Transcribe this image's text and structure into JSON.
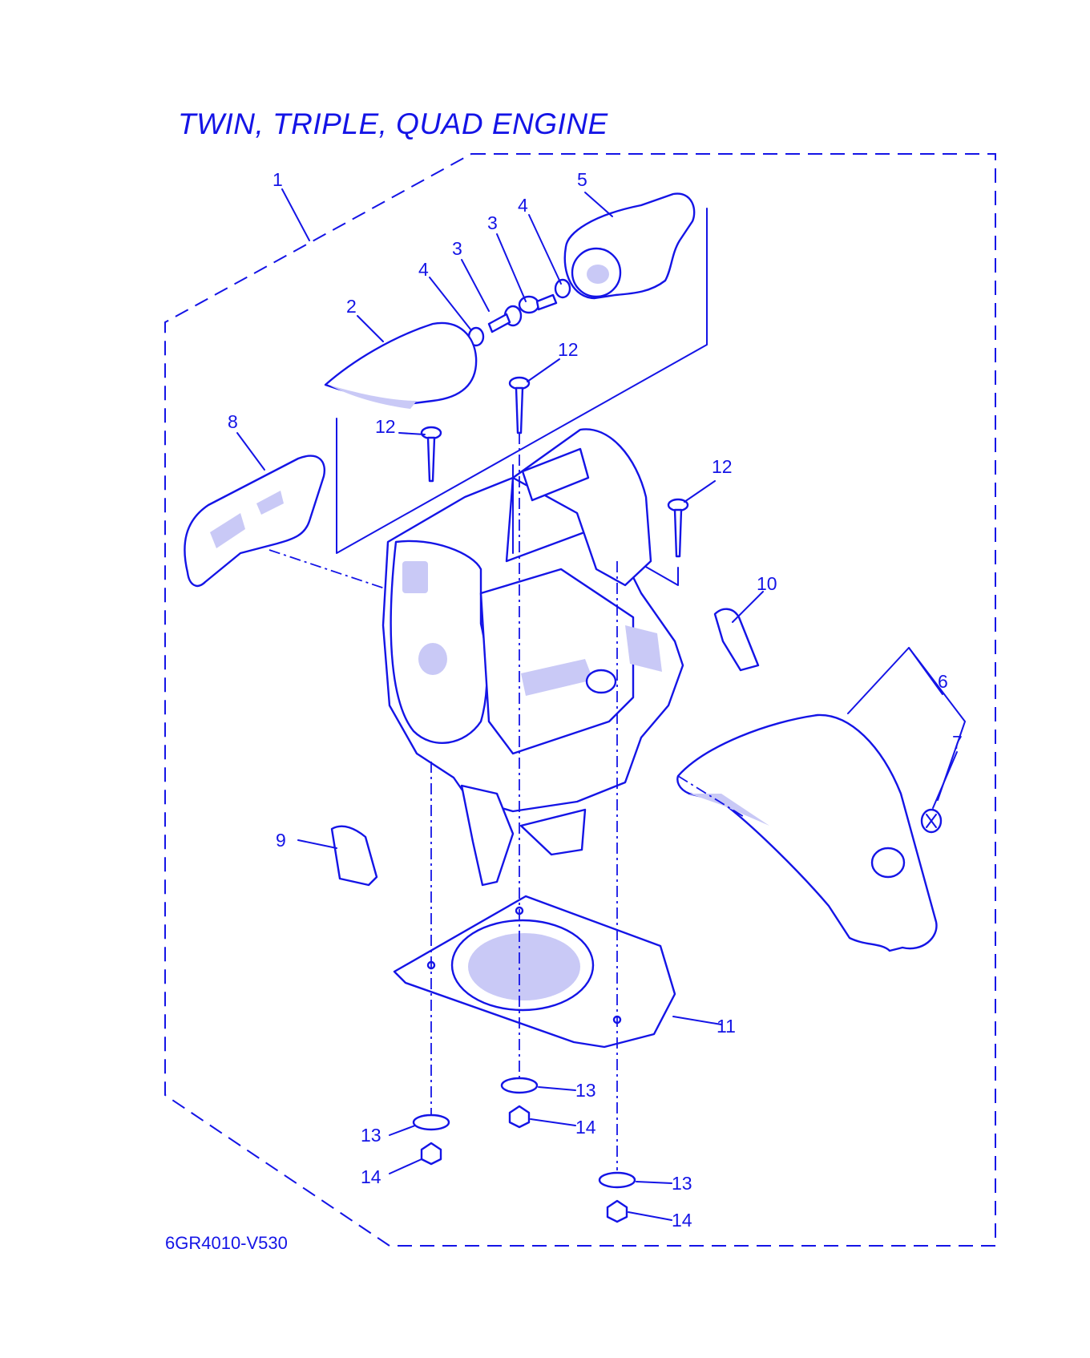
{
  "diagram": {
    "title": "TWIN, TRIPLE, QUAD ENGINE",
    "code": "6GR4010-V530",
    "line_color": "#1414e6",
    "callouts": [
      {
        "id": "c1",
        "label": "1"
      },
      {
        "id": "c2",
        "label": "2"
      },
      {
        "id": "c3a",
        "label": "3"
      },
      {
        "id": "c3b",
        "label": "3"
      },
      {
        "id": "c4a",
        "label": "4"
      },
      {
        "id": "c4b",
        "label": "4"
      },
      {
        "id": "c5",
        "label": "5"
      },
      {
        "id": "c6",
        "label": "6"
      },
      {
        "id": "c7",
        "label": "7"
      },
      {
        "id": "c8",
        "label": "8"
      },
      {
        "id": "c9",
        "label": "9"
      },
      {
        "id": "c10",
        "label": "10"
      },
      {
        "id": "c11",
        "label": "11"
      },
      {
        "id": "c12a",
        "label": "12"
      },
      {
        "id": "c12b",
        "label": "12"
      },
      {
        "id": "c12c",
        "label": "12"
      },
      {
        "id": "c13a",
        "label": "13"
      },
      {
        "id": "c13b",
        "label": "13"
      },
      {
        "id": "c13c",
        "label": "13"
      },
      {
        "id": "c14a",
        "label": "14"
      },
      {
        "id": "c14b",
        "label": "14"
      },
      {
        "id": "c14c",
        "label": "14"
      }
    ]
  }
}
